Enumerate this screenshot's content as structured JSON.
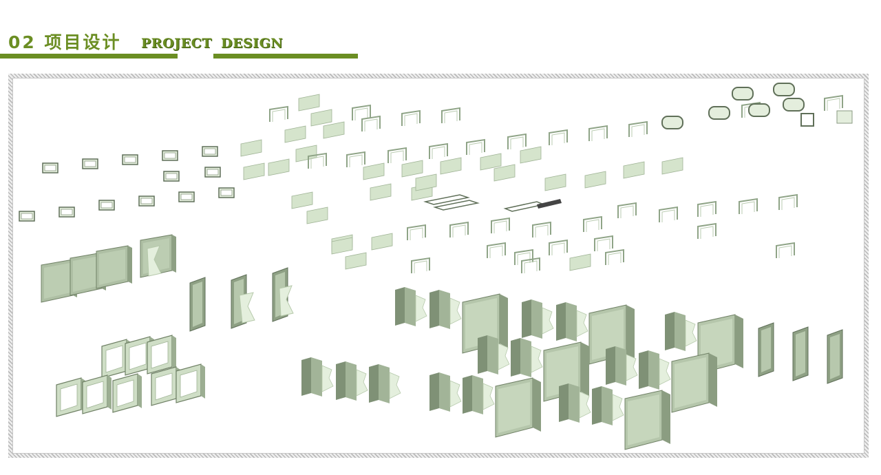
{
  "header": {
    "title_cn": "02 项目设计",
    "title_en_1": "PROJECT",
    "title_en_2": "DESIGN"
  },
  "colors": {
    "accent": "#6b8e23",
    "model_light": "#cfe0c6",
    "model_mid": "#a9bf9f",
    "model_dark": "#6f8065"
  },
  "illustration": {
    "icon": "turnstile-gate-models-icon"
  }
}
